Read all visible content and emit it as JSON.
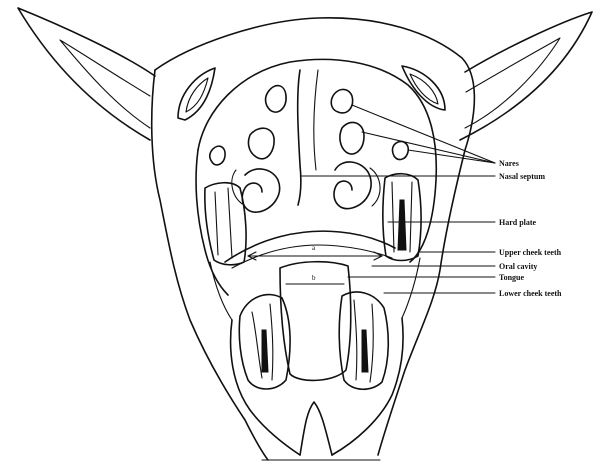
{
  "labels": {
    "nares": "Nares",
    "nasal_septum": "Nasal septum",
    "hard_plate": "Hard plate",
    "upper_cheek_teeth": "Upper cheek teeth",
    "oral_cavity": "Oral cavity",
    "tongue": "Tongue",
    "lower_cheek_teeth": "Lower cheek teeth"
  },
  "marks": {
    "a": "a",
    "b": "b"
  }
}
